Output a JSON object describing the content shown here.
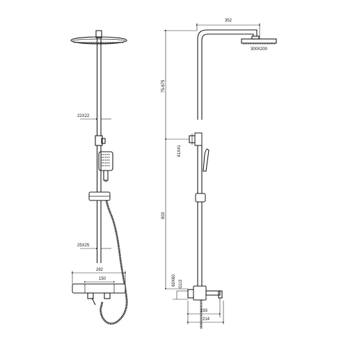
{
  "front_view": {
    "pipe_upper": "22X22",
    "pipe_lower": "25X25",
    "body_width": "282",
    "body_inner_width": "150"
  },
  "side_view": {
    "arm_length": "352",
    "head_size": "300X200",
    "adjust_range": "75-675",
    "bracket_size": "41X41",
    "rail_height": "903",
    "wall_plate": "60X60",
    "thread": "G1/2",
    "spout_reach": "193",
    "body_depth": "214"
  },
  "colors": {
    "line": "#1a1a1a",
    "background": "#ffffff"
  }
}
